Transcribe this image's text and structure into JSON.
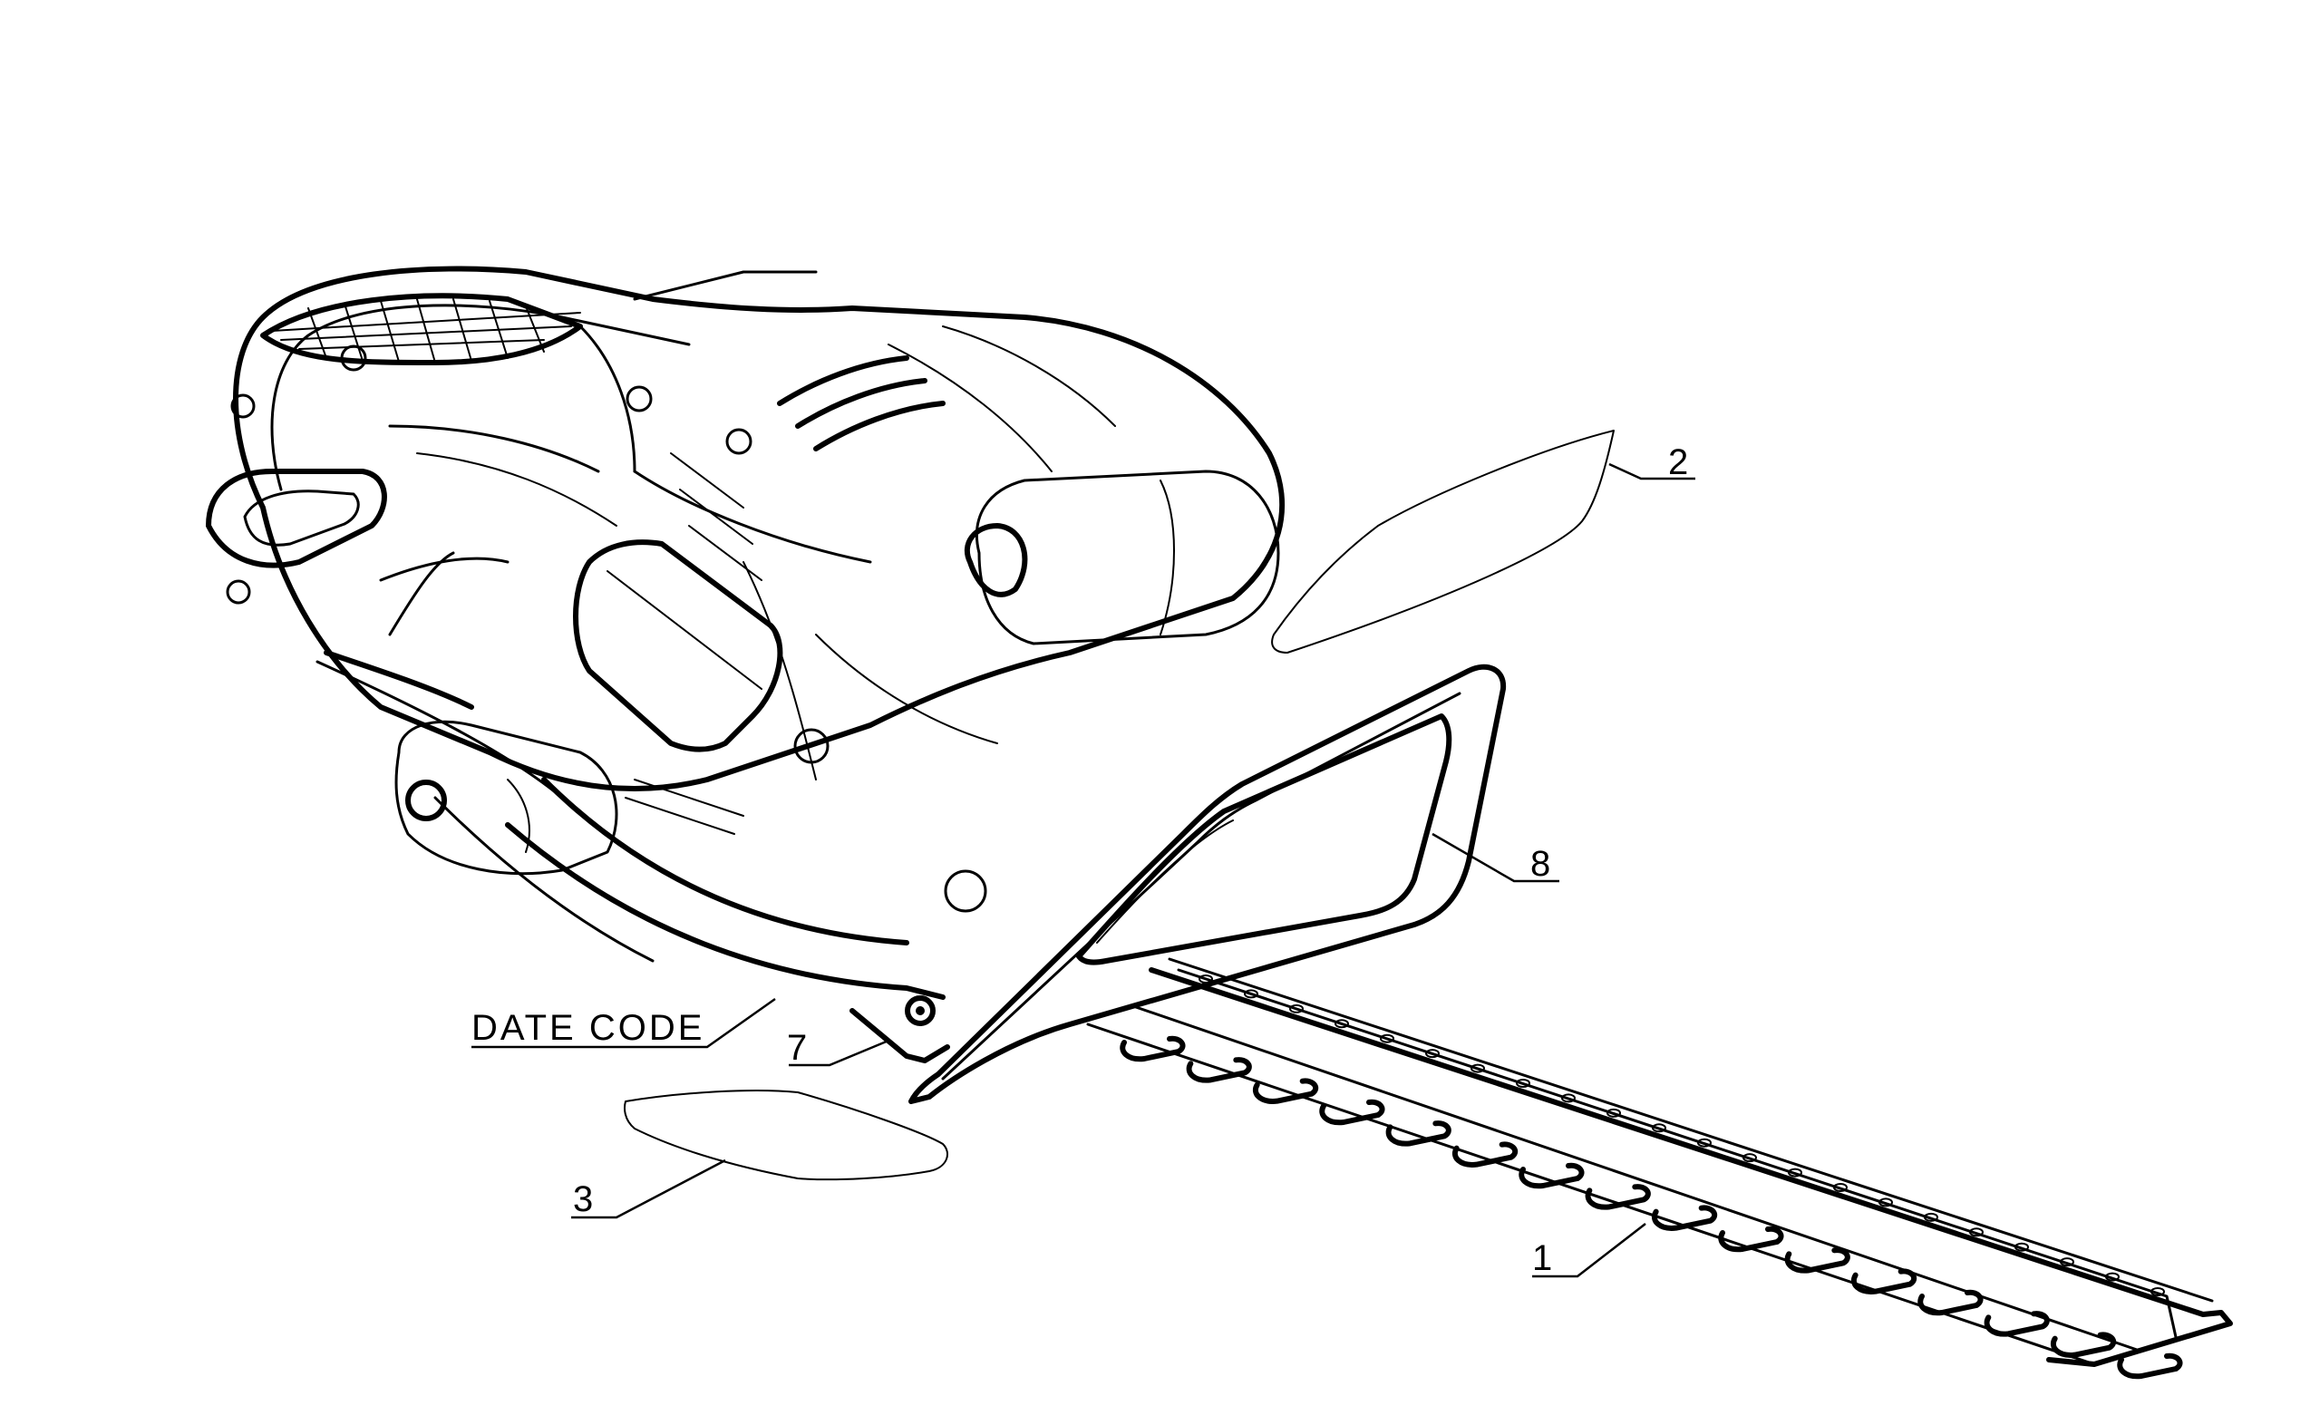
{
  "callouts": {
    "part_1": "1",
    "part_2": "2",
    "part_3": "3",
    "part_7": "7",
    "part_8": "8",
    "date_code": "DATE CODE"
  },
  "colors": {
    "ink": "#000000",
    "background": "#ffffff"
  }
}
